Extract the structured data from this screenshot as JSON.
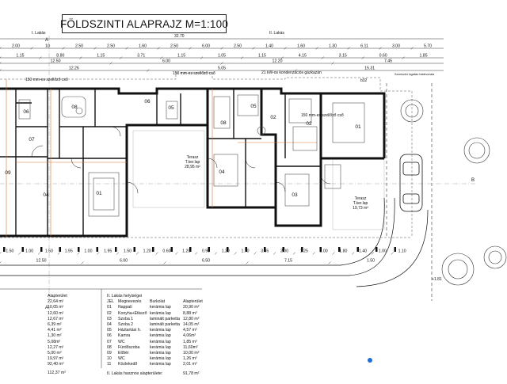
{
  "title": "FÖLDSZINTI ALAPRAJZ M=1:100",
  "colors": {
    "wall": "#111111",
    "dim": "#333333",
    "grid": "#8a8a8a",
    "furniture": "#555555",
    "accent": "#d9722c",
    "marker": "#1f6fd6"
  },
  "labels": {
    "lakas1": "I. Lakás",
    "lakas2": "II. Lakás",
    "total_width": "32.70",
    "pipe1": "150 mm-es szellőző cső",
    "pipe2": "150 mm-es szellőző cső",
    "pipe3": "150 mm-es szellőző cső",
    "pipe4": "21 kW-os kondenzációs gázkazán",
    "section_b": "b32",
    "terasz_left": "Terasz\nT.ker.lap\n28,95 m²",
    "terasz_right": "Terasz\nT.ker.lap\n19,73 m²",
    "axis_a_top": "A",
    "axis_a_bottom": "A",
    "axis_b": "B",
    "level_mark": "+1.81",
    "note_right": "Szomszéd ingatlan határvonala"
  },
  "dims_top_row1": [
    "2.00",
    "10",
    "2.50",
    "2.50",
    "1.60",
    "2.50",
    "6.00",
    "2.50",
    "1.40",
    "1.60",
    "1.30",
    "6.11",
    "3.00",
    "5.70"
  ],
  "dims_top_row2": [
    "1.15",
    "8.80",
    "1.15",
    "3.71",
    "1.15",
    "1.05",
    "1.15",
    "4.15",
    "3.15",
    "0.60",
    "1.85"
  ],
  "dims_top_row3": [
    "12.50",
    "6.00",
    "12.20",
    "7.45"
  ],
  "dims_top_row4": [
    "12.26",
    "5.05",
    "15.31"
  ],
  "dims_bottom_row1": [
    "1.50",
    "1.00",
    "1.50",
    "1.95",
    "1.00",
    "1.95",
    "1.50",
    "1.20",
    "0.60",
    "1.20",
    "0.90",
    "1.20",
    "1.70",
    "3.65",
    "2.00",
    "1.25",
    "2.00",
    "1.80",
    "1.40",
    "1.00",
    "1.10"
  ],
  "dims_bottom_row2": [
    "12.50",
    "6.00",
    "6.50",
    "7.15",
    "1.50"
  ],
  "rooms": [
    {
      "id": "06",
      "name": ""
    },
    {
      "id": "07",
      "name": ""
    },
    {
      "id": "09",
      "name": ""
    },
    {
      "id": "04",
      "name": ""
    },
    {
      "id": "01",
      "name": ""
    },
    {
      "id": "08",
      "name": ""
    },
    {
      "id": "05",
      "name": ""
    },
    {
      "id": "08b",
      "name": ""
    },
    {
      "id": "04b",
      "name": ""
    },
    {
      "id": "02",
      "name": ""
    },
    {
      "id": "03",
      "name": ""
    },
    {
      "id": "01b",
      "name": ""
    }
  ],
  "room_ids_display": [
    "06",
    "07",
    "09",
    "04",
    "01",
    "08",
    "05",
    "08",
    "04",
    "02",
    "03",
    "01",
    "05",
    "06",
    "02"
  ],
  "table1": {
    "header": "Alapterület",
    "rows": [
      "22,64 m²",
      "10,05 m²",
      "12,60 m²",
      "12,67 m²",
      "6,39 m²",
      "4,41 m²",
      "1,30 m²",
      "5,08m²",
      "12,27 m²",
      "5,00 m²",
      "19,97 m²"
    ],
    "sum_label": "92,40 m²",
    "total": "112,37 m²"
  },
  "table2": {
    "title": "II. Lakás helyiségei",
    "headers": [
      "JEL",
      "Megnevezés",
      "Burkolat",
      "Alapterület"
    ],
    "rows": [
      [
        "01",
        "Nappali",
        "kerámia lap",
        "20,90 m²"
      ],
      [
        "02",
        "Konyha+Étkező",
        "kerámia lap",
        "8,88 m²"
      ],
      [
        "03",
        "Szoba 1",
        "laminált parketta",
        "12,80 m²"
      ],
      [
        "04",
        "Szoba 2",
        "laminált parketta",
        "14,05 m²"
      ],
      [
        "05",
        "Háztartási h.",
        "kerámia lap",
        "4,57 m²"
      ],
      [
        "06",
        "Kamra",
        "kerámia lap",
        "4,06m²"
      ],
      [
        "07",
        "WC",
        "kerámia lap",
        "1,85 m²"
      ],
      [
        "08",
        "Fürdőszoba",
        "kerámia lap",
        "11,60m²"
      ],
      [
        "09",
        "Előtér",
        "kerámia lap",
        "10,00 m²"
      ],
      [
        "10",
        "WC",
        "kerámia lap",
        "1,26 m²"
      ],
      [
        "11",
        "Közlekedő",
        "kerámia lap",
        "2,01 m²"
      ]
    ],
    "total_label": "II. Lakás hasznos alapterülete:",
    "total_value": "91,78 m²"
  }
}
